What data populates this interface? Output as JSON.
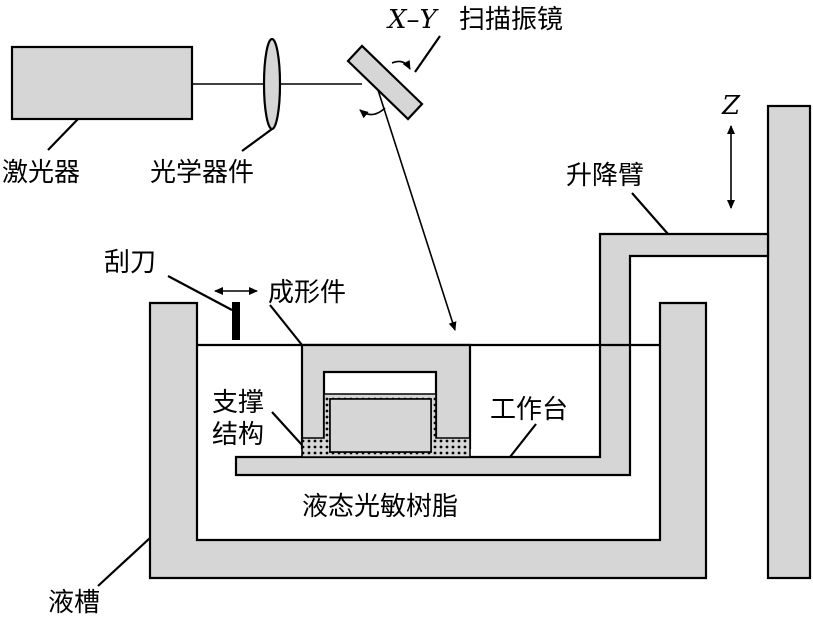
{
  "labels": {
    "laser": "激光器",
    "optics": "光学器件",
    "scanner_xy": "X–Y",
    "scanner_cn": "扫描振镜",
    "z_axis": "Z",
    "lift_arm": "升降臂",
    "scraper": "刮刀",
    "formed_part": "成形件",
    "support_line1": "支撑",
    "support_line2": "结构",
    "platform": "工作台",
    "resin": "液态光敏树脂",
    "tank": "液槽"
  },
  "colors": {
    "fill_gray": "#d6d6d6",
    "stroke": "#000000",
    "background": "#ffffff"
  }
}
